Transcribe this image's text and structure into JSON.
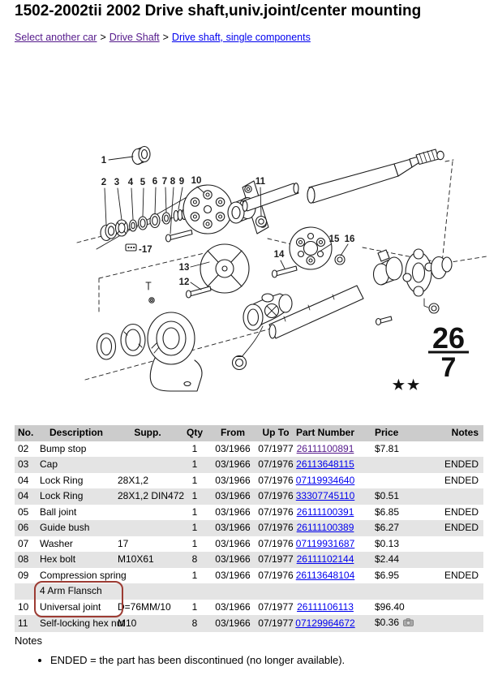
{
  "page": {
    "title": "1502-2002tii 2002 Drive shaft,univ.joint/center mounting"
  },
  "breadcrumb": {
    "separator": ">",
    "items": [
      {
        "label": "Select another car",
        "state": "visited"
      },
      {
        "label": "Drive Shaft",
        "state": "visited"
      },
      {
        "label": "Drive shaft, single components",
        "state": "link"
      }
    ]
  },
  "diagram": {
    "callouts": [
      "1",
      "2",
      "3",
      "4",
      "5",
      "6",
      "7",
      "8",
      "9",
      "10",
      "11",
      "12",
      "13",
      "14",
      "15",
      "16",
      "-17"
    ],
    "plate_top": "26",
    "plate_bottom": "7",
    "stars": "★★"
  },
  "table": {
    "headers": [
      "No.",
      "Description",
      "Supp.",
      "Qty",
      "From",
      "Up To",
      "Part Number",
      "Price",
      "Notes"
    ],
    "rows": [
      {
        "no": "02",
        "description": "Bump stop",
        "supp": "",
        "qty": "1",
        "from": "03/1966",
        "upto": "07/1977",
        "part": "26111100891",
        "price": "$7.81",
        "notes": "",
        "visited": true
      },
      {
        "no": "03",
        "description": "Cap",
        "supp": "",
        "qty": "1",
        "from": "03/1966",
        "upto": "07/1976",
        "part": "26113648115",
        "price": "",
        "notes": "ENDED"
      },
      {
        "no": "04",
        "description": "Lock Ring",
        "supp": "28X1,2",
        "qty": "1",
        "from": "03/1966",
        "upto": "07/1976",
        "part": "07119934640",
        "price": "",
        "notes": "ENDED"
      },
      {
        "no": "04",
        "description": "Lock Ring",
        "supp": "28X1,2 DIN472",
        "qty": "1",
        "from": "03/1966",
        "upto": "07/1976",
        "part": "33307745110",
        "price": "$0.51",
        "notes": ""
      },
      {
        "no": "05",
        "description": "Ball joint",
        "supp": "",
        "qty": "1",
        "from": "03/1966",
        "upto": "07/1976",
        "part": "26111100391",
        "price": "$6.85",
        "notes": "ENDED"
      },
      {
        "no": "06",
        "description": "Guide bush",
        "supp": "",
        "qty": "1",
        "from": "03/1966",
        "upto": "07/1976",
        "part": "26111100389",
        "price": "$6.27",
        "notes": "ENDED"
      },
      {
        "no": "07",
        "description": "Washer",
        "supp": "17",
        "qty": "1",
        "from": "03/1966",
        "upto": "07/1976",
        "part": "07119931687",
        "price": "$0.13",
        "notes": ""
      },
      {
        "no": "08",
        "description": "Hex bolt",
        "supp": "M10X61",
        "qty": "8",
        "from": "03/1966",
        "upto": "07/1977",
        "part": "26111102144",
        "price": "$2.44",
        "notes": ""
      },
      {
        "no": "09",
        "description": "Compression spring",
        "supp": "",
        "qty": "1",
        "from": "03/1966",
        "upto": "07/1976",
        "part": "26113648104",
        "price": "$6.95",
        "notes": "ENDED"
      },
      {
        "no": "",
        "description": "4 Arm Flansch",
        "supp": "",
        "qty": "",
        "from": "",
        "upto": "",
        "part": "",
        "price": "",
        "notes": ""
      },
      {
        "no": "10",
        "description": "Universal joint",
        "supp": "D=76MM/10",
        "qty": "1",
        "from": "03/1966",
        "upto": "07/1977",
        "part": "26111106113",
        "price": "$96.40",
        "notes": ""
      },
      {
        "no": "11",
        "description": "Self-locking hex nut",
        "supp": "M10",
        "qty": "8",
        "from": "03/1966",
        "upto": "07/1977",
        "part": "07129964672",
        "price": "$0.36",
        "notes": "",
        "camera": true
      }
    ]
  },
  "notes": {
    "heading": "Notes",
    "items": [
      "ENDED = the part has been discontinued (no longer available)."
    ]
  },
  "colors": {
    "link": "#0000EE",
    "visited_link": "#551A8B",
    "table_header_bg": "#cccccc",
    "table_alt_row_bg": "#e4e4e4",
    "annotation_red": "#9c3b33",
    "camera_icon_gray": "#8a8a8a"
  }
}
